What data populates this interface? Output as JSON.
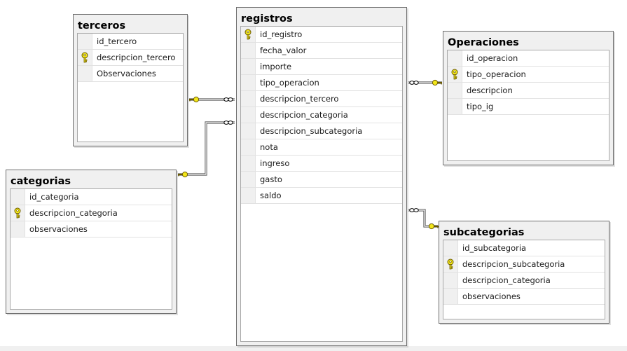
{
  "tables": [
    {
      "id": "terceros",
      "title": "terceros",
      "columns": [
        {
          "name": "id_tercero",
          "key": false
        },
        {
          "name": "descripcion_tercero",
          "key": true
        },
        {
          "name": "Observaciones",
          "key": false
        }
      ]
    },
    {
      "id": "categorias",
      "title": "categorias",
      "columns": [
        {
          "name": "id_categoria",
          "key": false
        },
        {
          "name": "descripcion_categoria",
          "key": true
        },
        {
          "name": "observaciones",
          "key": false
        }
      ]
    },
    {
      "id": "registros",
      "title": "registros",
      "columns": [
        {
          "name": "id_registro",
          "key": true
        },
        {
          "name": "fecha_valor",
          "key": false
        },
        {
          "name": "importe",
          "key": false
        },
        {
          "name": "tipo_operacion",
          "key": false
        },
        {
          "name": "descripcion_tercero",
          "key": false
        },
        {
          "name": "descripcion_categoria",
          "key": false
        },
        {
          "name": "descripcion_subcategoria",
          "key": false
        },
        {
          "name": "nota",
          "key": false
        },
        {
          "name": "ingreso",
          "key": false
        },
        {
          "name": "gasto",
          "key": false
        },
        {
          "name": "saldo",
          "key": false
        }
      ]
    },
    {
      "id": "operaciones",
      "title": "Operaciones",
      "columns": [
        {
          "name": "id_operacion",
          "key": false
        },
        {
          "name": "tipo_operacion",
          "key": true
        },
        {
          "name": "descripcion",
          "key": false
        },
        {
          "name": "tipo_ig",
          "key": false
        }
      ]
    },
    {
      "id": "subcategorias",
      "title": "subcategorias",
      "columns": [
        {
          "name": "id_subcategoria",
          "key": false
        },
        {
          "name": "descripcion_subcategoria",
          "key": true
        },
        {
          "name": "descripcion_categoria",
          "key": false
        },
        {
          "name": "observaciones",
          "key": false
        }
      ]
    }
  ],
  "relationships": [
    {
      "from": "registros",
      "to": "terceros",
      "many_side": "registros",
      "one_side": "terceros"
    },
    {
      "from": "registros",
      "to": "categorias",
      "many_side": "registros",
      "one_side": "categorias"
    },
    {
      "from": "registros",
      "to": "operaciones",
      "many_side": "registros",
      "one_side": "operaciones"
    },
    {
      "from": "registros",
      "to": "subcategorias",
      "many_side": "registros",
      "one_side": "subcategorias"
    }
  ],
  "colors": {
    "key_icon": "#f2e61a",
    "key_icon_outline": "#6b5a00",
    "connector_line": "#5a5a5a",
    "box_border": "#6e6e6e"
  }
}
